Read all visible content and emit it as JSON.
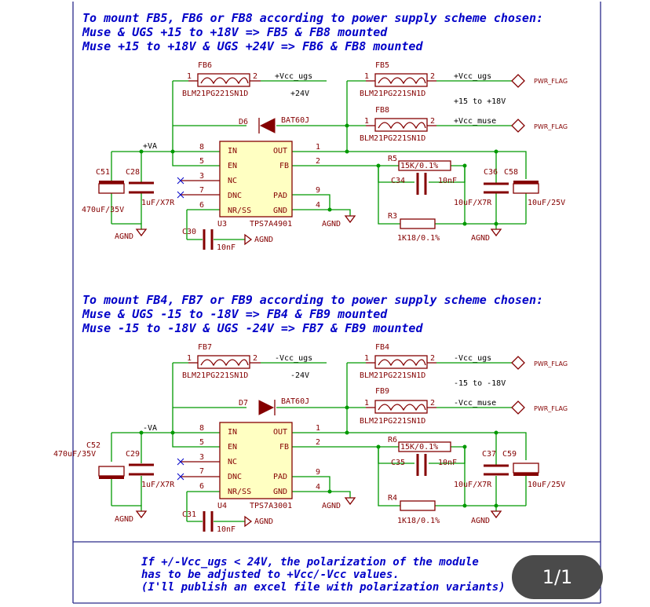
{
  "header_top": {
    "line1": "To mount FB5, FB6 or FB8 according to power supply scheme chosen:",
    "line2": "Muse & UGS +15 to +18V => FB5 & FB8 mounted",
    "line3": "Muse +15 to +18V & UGS +24V => FB6 & FB8 mounted"
  },
  "header_bottom": {
    "line1": "To mount FB4, FB7 or FB9 according to power supply scheme chosen:",
    "line2": "Muse & UGS -15 to -18V => FB4 & FB9 mounted",
    "line3": "Muse -15 to -18V & UGS -24V => FB7 & FB9 mounted"
  },
  "top": {
    "fb_left": {
      "ref": "FB6",
      "value": "BLM21PG221SN1D",
      "pin1": "1",
      "pin2": "2",
      "net": "+Vcc_ugs",
      "note": "+24V"
    },
    "fb_right1": {
      "ref": "FB5",
      "value": "BLM21PG221SN1D",
      "pin1": "1",
      "pin2": "2",
      "net": "+Vcc_ugs",
      "note": "+15 to +18V"
    },
    "fb_right2": {
      "ref": "FB8",
      "value": "BLM21PG221SN1D",
      "pin1": "1",
      "pin2": "2",
      "net": "+Vcc_muse"
    },
    "pwr_flag": "PWR_FLAG",
    "diode": {
      "ref": "D6",
      "value": "BAT60J"
    },
    "input_net": "+VA",
    "regulator": {
      "ref": "U3",
      "value": "TPS7A4901",
      "pins": [
        {
          "num": "8",
          "name": "IN"
        },
        {
          "num": "5",
          "name": "EN"
        },
        {
          "num": "3",
          "name": "NC"
        },
        {
          "num": "7",
          "name": "DNC"
        },
        {
          "num": "6",
          "name": "NR/SS"
        },
        {
          "num": "1",
          "name": "OUT"
        },
        {
          "num": "2",
          "name": "FB"
        },
        {
          "num": "9",
          "name": "PAD"
        },
        {
          "num": "4",
          "name": "GND"
        }
      ]
    },
    "c_in_bulk": {
      "ref": "C51",
      "value": "470uF/35V"
    },
    "c_in": {
      "ref": "C28",
      "value": "1uF/X7R"
    },
    "c_nr": {
      "ref": "C30",
      "value": "10nF"
    },
    "r_top": {
      "ref": "R5",
      "value": "15K/0.1%"
    },
    "c_ff": {
      "ref": "C34",
      "value": "10nF"
    },
    "r_bot": {
      "ref": "R3",
      "value": "1K18/0.1%"
    },
    "c_out": {
      "ref": "C36",
      "value": "10uF/X7R"
    },
    "c_out_bulk": {
      "ref": "C58",
      "value": "10uF/25V"
    },
    "gnd": "AGND"
  },
  "bottom": {
    "fb_left": {
      "ref": "FB7",
      "value": "BLM21PG221SN1D",
      "pin1": "1",
      "pin2": "2",
      "net": "-Vcc_ugs",
      "note": "-24V"
    },
    "fb_right1": {
      "ref": "FB4",
      "value": "BLM21PG221SN1D",
      "pin1": "1",
      "pin2": "2",
      "net": "-Vcc_ugs",
      "note": "-15 to -18V"
    },
    "fb_right2": {
      "ref": "FB9",
      "value": "BLM21PG221SN1D",
      "pin1": "1",
      "pin2": "2",
      "net": "-Vcc_muse"
    },
    "pwr_flag": "PWR_FLAG",
    "diode": {
      "ref": "D7",
      "value": "BAT60J"
    },
    "input_net": "-VA",
    "regulator": {
      "ref": "U4",
      "value": "TPS7A3001",
      "pins": [
        {
          "num": "8",
          "name": "IN"
        },
        {
          "num": "5",
          "name": "EN"
        },
        {
          "num": "3",
          "name": "NC"
        },
        {
          "num": "7",
          "name": "DNC"
        },
        {
          "num": "6",
          "name": "NR/SS"
        },
        {
          "num": "1",
          "name": "OUT"
        },
        {
          "num": "2",
          "name": "FB"
        },
        {
          "num": "9",
          "name": "PAD"
        },
        {
          "num": "4",
          "name": "GND"
        }
      ]
    },
    "c_in_bulk": {
      "ref": "C52",
      "value": "470uF/35V"
    },
    "c_in": {
      "ref": "C29",
      "value": "1uF/X7R"
    },
    "c_nr": {
      "ref": "C31",
      "value": "10nF"
    },
    "r_top": {
      "ref": "R6",
      "value": "15K/0.1%"
    },
    "c_ff": {
      "ref": "C35",
      "value": "10nF"
    },
    "r_bot": {
      "ref": "R4",
      "value": "1K18/0.1%"
    },
    "c_out": {
      "ref": "C37",
      "value": "10uF/X7R"
    },
    "c_out_bulk": {
      "ref": "C59",
      "value": "10uF/25V"
    },
    "gnd": "AGND"
  },
  "footer_note": {
    "line1": "If +/-Vcc_ugs < 24V, the polarization of the module",
    "line2": "has to be adjusted to +Vcc/-Vcc values.",
    "line3": "(I'll publish an excel file with polarization variants)"
  },
  "pager": "1/1",
  "colors": {
    "note": "#0000c8",
    "symbol": "#840000",
    "wire": "#009900",
    "symbol_fill": "#ffffc2",
    "border": "#2a2a8a"
  }
}
